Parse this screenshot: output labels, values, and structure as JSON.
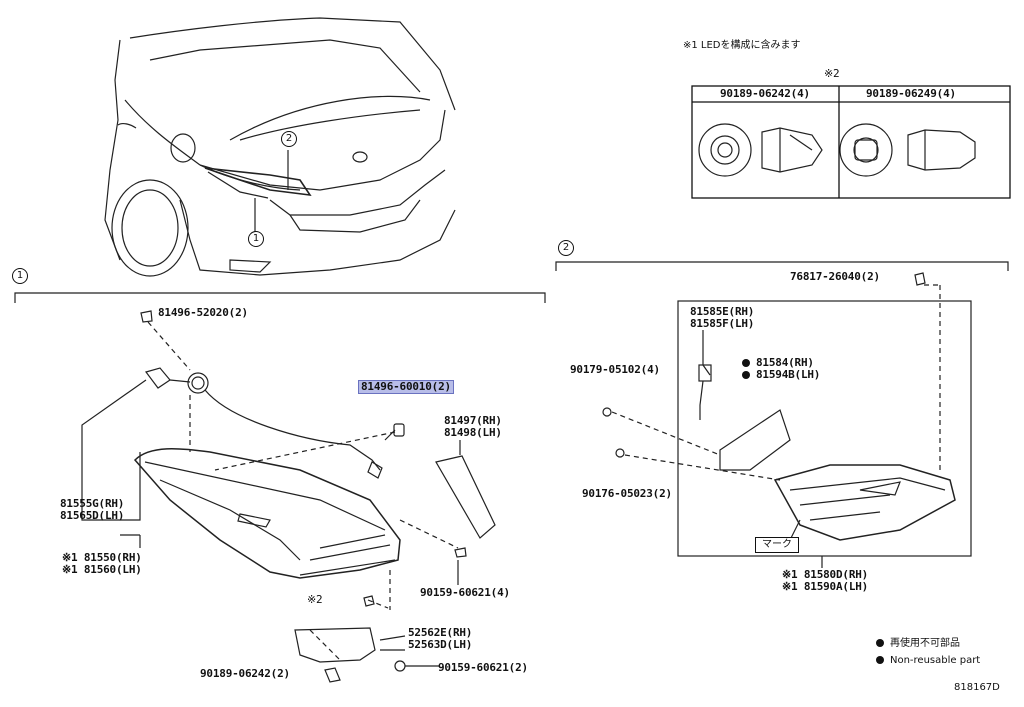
{
  "header_note": "※1 LEDを構成に含みます",
  "table": {
    "marker": "※2",
    "col1": "90189-06242(4)",
    "col2": "90189-06249(4)"
  },
  "section1": {
    "number": "1"
  },
  "section2": {
    "number": "2"
  },
  "callouts": {
    "c1": "1",
    "c2": "2"
  },
  "parts": {
    "p81496_52020": "81496-52020(2)",
    "p81496_60010": "81496-60010(2)",
    "p81497": "81497(RH)",
    "p81498": "81498(LH)",
    "p81555G": "81555G(RH)",
    "p81565D": "81565D(LH)",
    "p81550": "※1 81550(RH)",
    "p81560": "※1 81560(LH)",
    "p90159a": "90159-60621(4)",
    "note2": "※2",
    "p52562E": "52562E(RH)",
    "p52563D": "52563D(LH)",
    "p90189": "90189-06242(2)",
    "p90159b": "90159-60621(2)",
    "p76817": "76817-26040(2)",
    "p81585E": "81585E(RH)",
    "p81585F": "81585F(LH)",
    "p81584": "81584(RH)",
    "p81594B": "81594B(LH)",
    "p90179": "90179-05102(4)",
    "p90176": "90176-05023(2)",
    "mark": "マーク",
    "p81580D": "※1 81580D(RH)",
    "p81590A": "※1 81590A(LH)"
  },
  "legend": {
    "jp": "再使用不可部品",
    "en": "Non-reusable part"
  },
  "diagram_id": "818167D"
}
